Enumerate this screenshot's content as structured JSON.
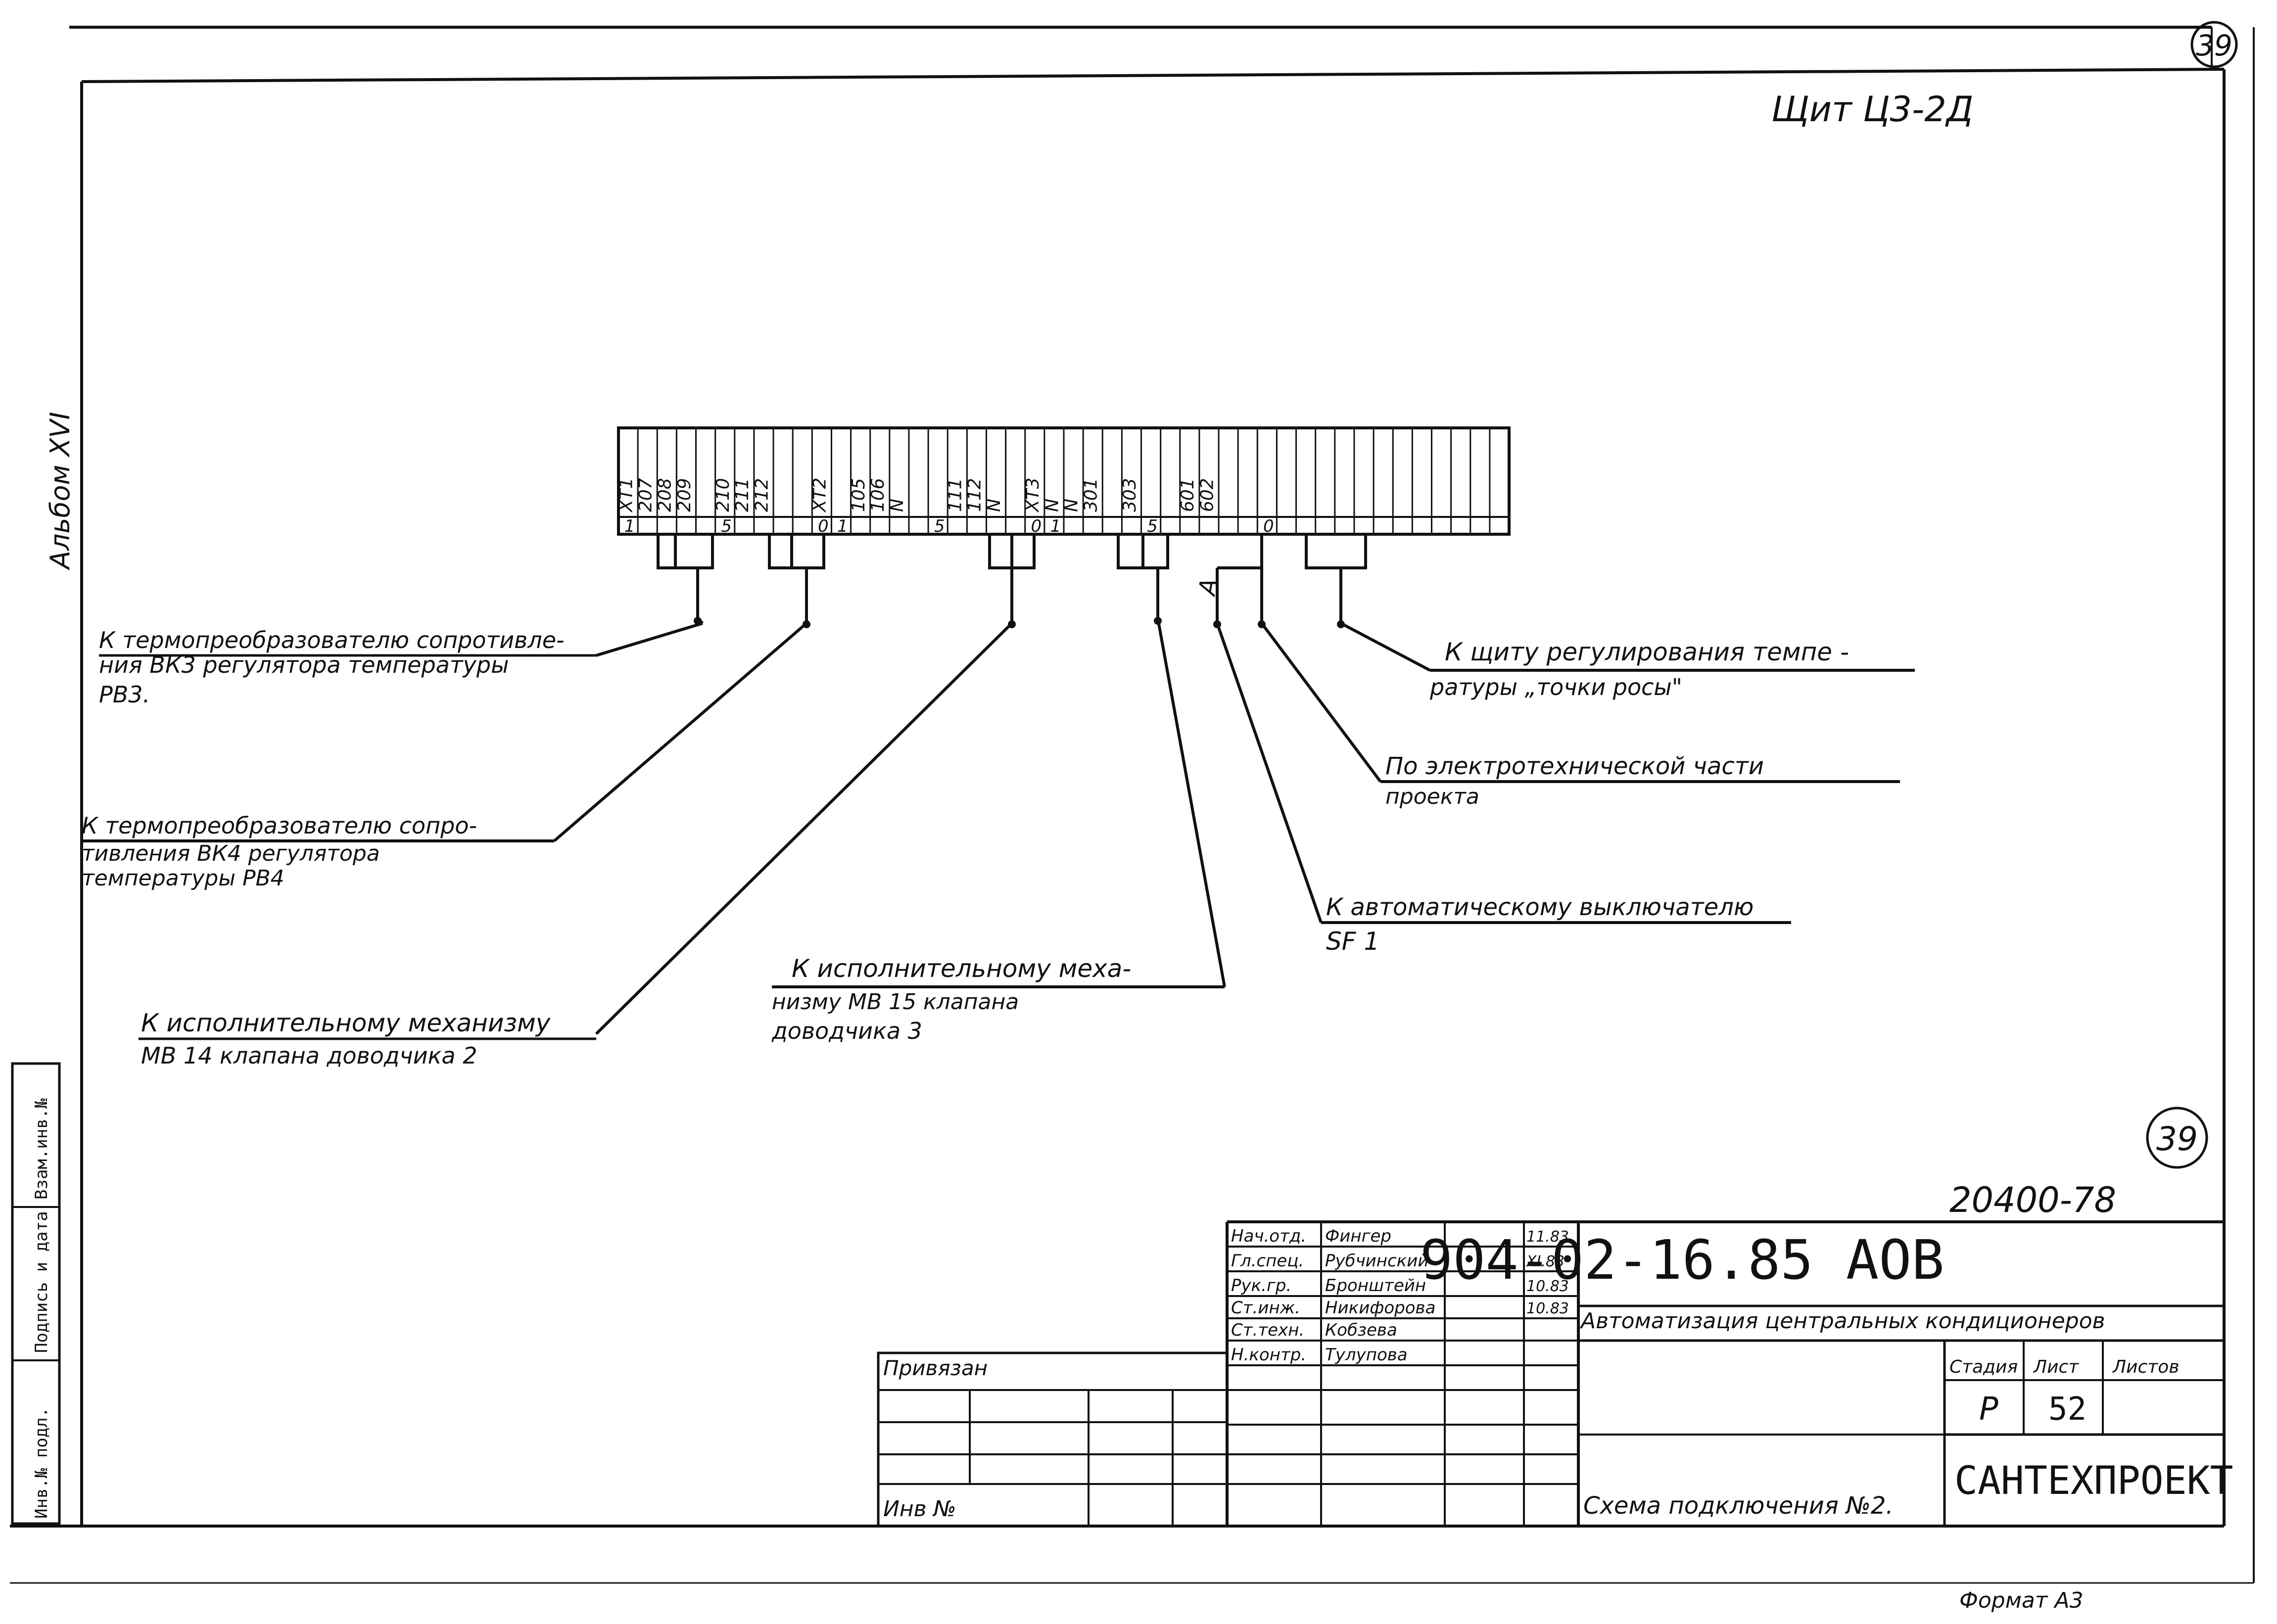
{
  "sheet_number": "39",
  "sheet_number_repeat": "39",
  "panel_title": "Щит Ц3-2Д",
  "album_label": "Альбом XVI",
  "side_stamp": [
    "Инв.№ подл.",
    "Подпись и дата",
    "Взам.инв.№"
  ],
  "terminal_strip": {
    "top_labels": [
      "XT1",
      "207",
      "208",
      "209",
      "210",
      "211",
      "212",
      "XT2",
      "105",
      "106",
      "N",
      "111",
      "112",
      "N",
      "XT3",
      "N",
      "N",
      "301",
      "303",
      "601",
      "602"
    ],
    "bottom_labels": [
      "1",
      "5",
      "0",
      "1",
      "5",
      "0",
      "1",
      "5",
      "0"
    ]
  },
  "marker_a": "А",
  "callouts": {
    "c1": [
      "К термопреобразователю сопротивле-",
      "ния ВК3 регулятора температуры",
      "РВ3."
    ],
    "c2": [
      "К термопреобразователю сопро-",
      "тивления ВК4 регулятора",
      "температуры      РВ4"
    ],
    "c3": [
      "К исполнительному механизму",
      "МВ 14  клапана доводчика       2"
    ],
    "c4": [
      "К исполнительному меха-",
      "низму МВ 15  клапана",
      "доводчика        3"
    ],
    "c5": [
      "К щиту  регулирования  темпе -",
      "ратуры  „точки росы\""
    ],
    "c6": [
      "По электротехнической      части",
      "проекта"
    ],
    "c7": [
      "К автоматическому выключателю",
      "SF 1"
    ]
  },
  "title_block": {
    "order_no": "20400-78",
    "doc_code": "904-02-16.85  АОВ",
    "project_title": "Автоматизация центральных кондиционеров",
    "roles": [
      {
        "role": "Нач.отд.",
        "name": "Фингер",
        "date": "11.83"
      },
      {
        "role": "Гл.спец.",
        "name": "Рубчинский",
        "date": "XI.83"
      },
      {
        "role": "Рук.гр.",
        "name": "Бронштейн",
        "date": "10.83"
      },
      {
        "role": "Ст.инж.",
        "name": "Никифорова",
        "date": "10.83"
      },
      {
        "role": "Ст.техн.",
        "name": "Кобзева",
        "date": ""
      },
      {
        "role": "Н.контр.",
        "name": "Тулупова",
        "date": ""
      }
    ],
    "privyazan": "Привязан",
    "inv_no": "Инв №",
    "stage_header": "Стадия",
    "sheet_header": "Лист",
    "sheets_header": "Листов",
    "stage": "Р",
    "sheet": "52",
    "sheets": "",
    "drawing_name": "Схема подключения №2.",
    "organization": "САНТЕХПРОЕКТ"
  },
  "format_label": "Формат А3"
}
